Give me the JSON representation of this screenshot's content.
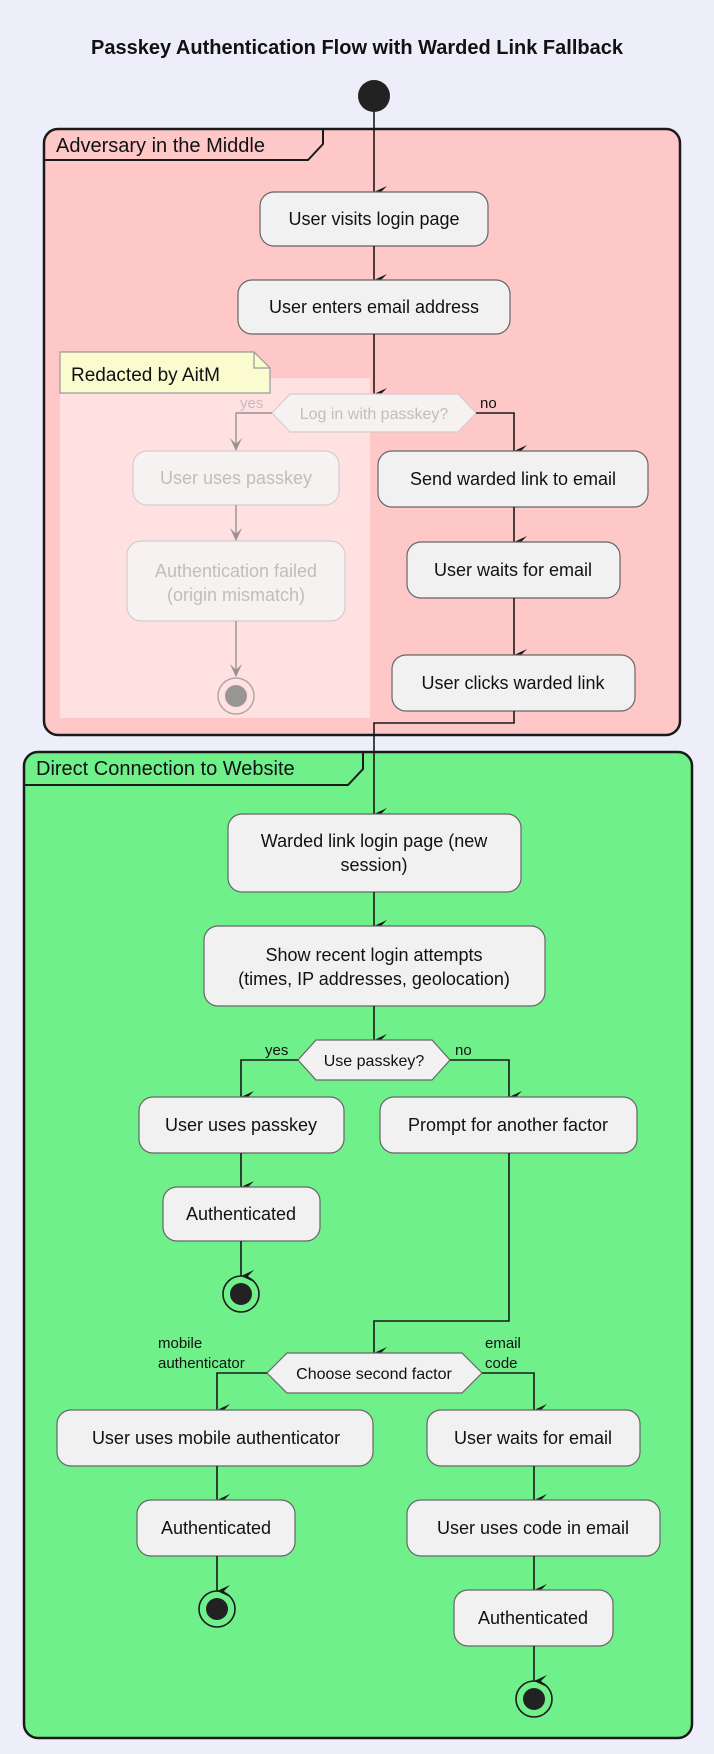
{
  "title": "Passkey Authentication Flow with Warded Link Fallback",
  "colors": {
    "background": "#eeeefb",
    "adversary_partition": "#ffc8c8",
    "direct_partition": "#70f08a",
    "activity_fill": "#f1f1f1",
    "note_fill": "#fbfbd0",
    "redacted_overlay": "#ffe3e3",
    "line": "#1a1a1a"
  },
  "partitions": {
    "adversary": {
      "label": "Adversary in the Middle"
    },
    "direct": {
      "label": "Direct Connection to Website"
    }
  },
  "note": {
    "label": "Redacted by AitM"
  },
  "activities": {
    "visit_login": "User visits login page",
    "enter_email": "User enters email address",
    "aitm_uses_passkey": "User uses passkey",
    "aitm_auth_failed_line1": "Authentication failed",
    "aitm_auth_failed_line2": "(origin mismatch)",
    "send_warded_link": "Send warded link to email",
    "wait_email_1": "User waits for email",
    "clicks_warded_link": "User clicks warded link",
    "warded_page_line1": "Warded link login page (new",
    "warded_page_line2": "session)",
    "show_attempts_line1": "Show recent login attempts",
    "show_attempts_line2": "(times, IP addresses, geolocation)",
    "uses_passkey": "User uses passkey",
    "authenticated_1": "Authenticated",
    "prompt_factor": "Prompt for another factor",
    "uses_mobile_auth": "User uses mobile authenticator",
    "authenticated_2": "Authenticated",
    "wait_email_2": "User waits for email",
    "uses_code": "User uses code in email",
    "authenticated_3": "Authenticated"
  },
  "decisions": {
    "login_passkey": {
      "label": "Log in with passkey?",
      "yes": "yes",
      "no": "no"
    },
    "use_passkey": {
      "label": "Use passkey?",
      "yes": "yes",
      "no": "no"
    },
    "second_factor": {
      "label": "Choose second factor",
      "left_line1": "mobile",
      "left_line2": "authenticator",
      "right_line1": "email",
      "right_line2": "code"
    }
  }
}
